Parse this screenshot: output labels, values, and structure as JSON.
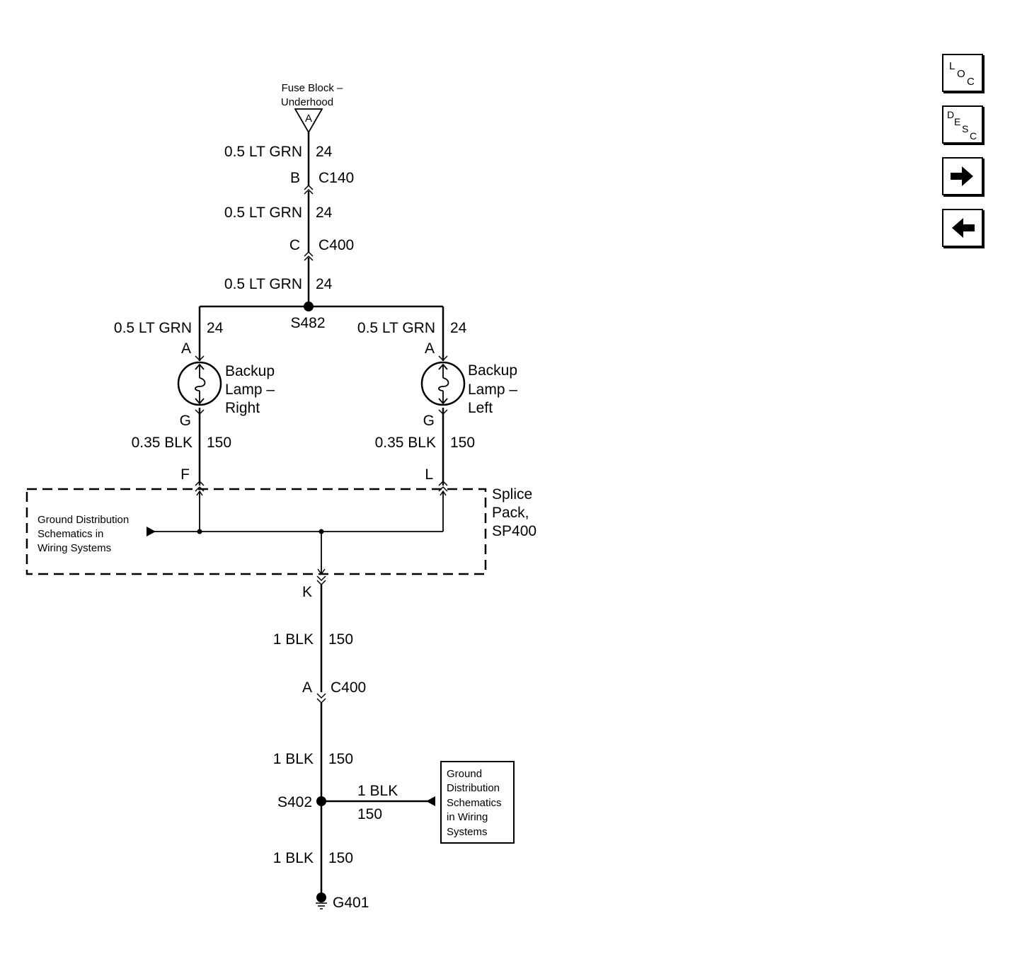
{
  "fuse_block": {
    "line1": "Fuse Block –",
    "line2": "Underhood",
    "terminal": "A"
  },
  "wires": {
    "w1": {
      "gauge": "0.5 LT GRN",
      "circuit": "24"
    },
    "w2": {
      "gauge": "0.5 LT GRN",
      "circuit": "24"
    },
    "w3": {
      "gauge": "0.5 LT GRN",
      "circuit": "24"
    },
    "right_top": {
      "gauge": "0.5 LT GRN",
      "circuit": "24"
    },
    "left_top": {
      "gauge": "0.5 LT GRN",
      "circuit": "24"
    },
    "right_bottom": {
      "gauge": "0.35 BLK",
      "circuit": "150"
    },
    "left_bottom": {
      "gauge": "0.35 BLK",
      "circuit": "150"
    },
    "k_to_c400": {
      "gauge": "1 BLK",
      "circuit": "150"
    },
    "c400_to_s402": {
      "gauge": "1 BLK",
      "circuit": "150"
    },
    "s402_branch": {
      "gauge": "1 BLK",
      "circuit": "150"
    },
    "s402_to_g401": {
      "gauge": "1 BLK",
      "circuit": "150"
    }
  },
  "connectors": {
    "c140": {
      "pin": "B",
      "name": "C140"
    },
    "c400_top": {
      "pin": "C",
      "name": "C400"
    },
    "c400_bottom": {
      "pin": "A",
      "name": "C400"
    }
  },
  "splices": {
    "s482": "S482",
    "s402": "S402"
  },
  "lamps": {
    "right": {
      "line1": "Backup",
      "line2": "Lamp –",
      "line3": "Right",
      "pin_top": "A",
      "pin_bottom": "G"
    },
    "left": {
      "line1": "Backup",
      "line2": "Lamp –",
      "line3": "Left",
      "pin_top": "A",
      "pin_bottom": "G"
    }
  },
  "splice_pack": {
    "line1": "Splice",
    "line2": "Pack,",
    "line3": "SP400",
    "pin_f": "F",
    "pin_l": "L",
    "pin_k": "K"
  },
  "ground_ref_1": {
    "line1": "Ground Distribution",
    "line2": "Schematics in",
    "line3": "Wiring Systems"
  },
  "ground_ref_2": {
    "line1": "Ground",
    "line2": "Distribution",
    "line3": "Schematics",
    "line4": "in Wiring",
    "line5": "Systems"
  },
  "ground": {
    "name": "G401"
  },
  "nav": {
    "loc": {
      "l": "L",
      "o": "O",
      "c": "C"
    },
    "desc": {
      "d": "D",
      "e": "E",
      "s": "S",
      "c": "C"
    },
    "next_icon": "arrow-right-icon",
    "prev_icon": "arrow-left-icon"
  }
}
